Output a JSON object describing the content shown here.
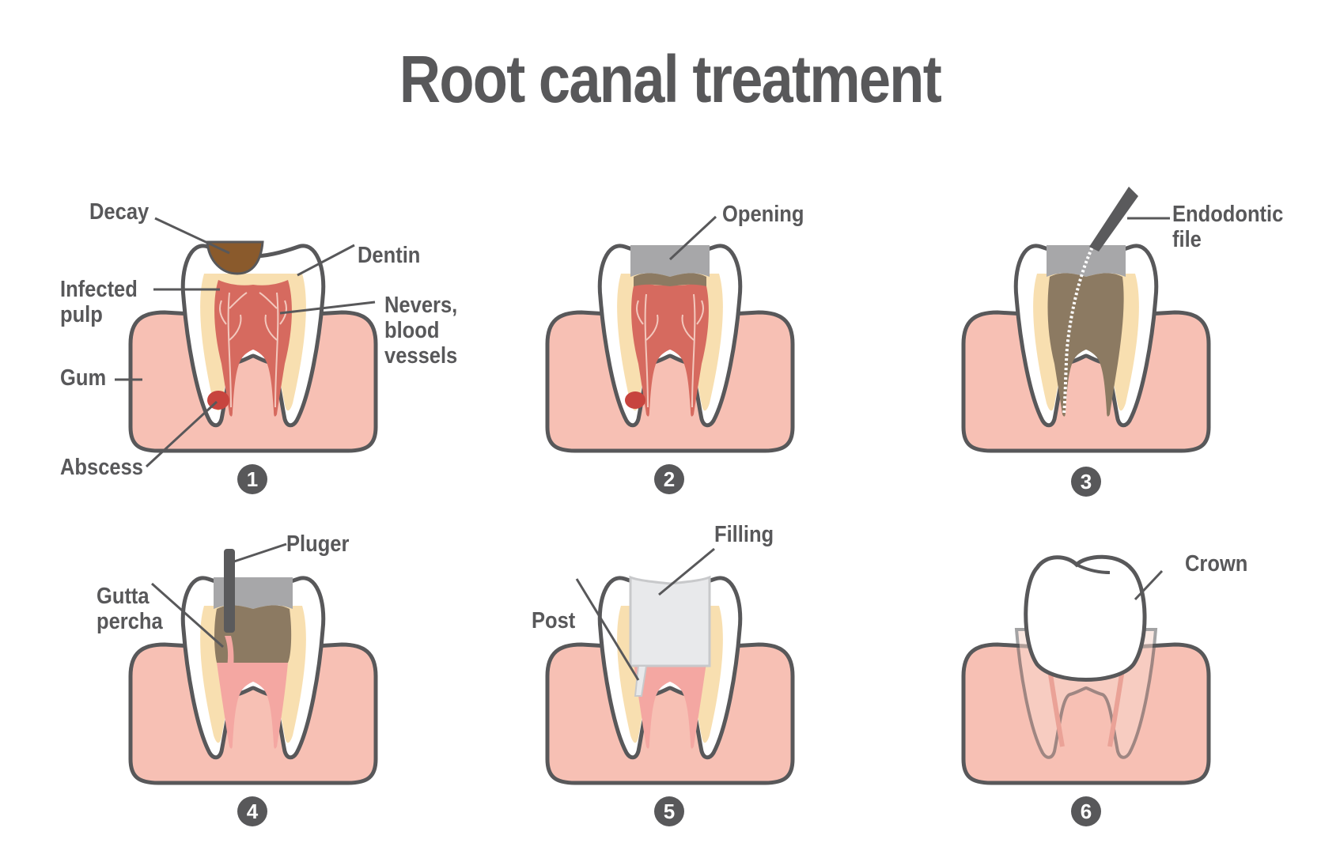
{
  "title": "Root canal treatment",
  "colors": {
    "outline": "#58585a",
    "gum": "#f7c0b4",
    "enamel": "#ffffff",
    "dentin": "#f8dfb0",
    "pulp": "#d66a5f",
    "nerves": "#f3c8bd",
    "abscess": "#c7443e",
    "decay": "#8a5a2c",
    "opening": "#a7a7a9",
    "cleaned_canal": "#8c7a62",
    "filling": "#e8e9eb",
    "gutta_percha": "#f4a7a2",
    "instrument": "#5a5a5c"
  },
  "steps": [
    {
      "number": "1",
      "labels": {
        "decay": "Decay",
        "dentin": "Dentin",
        "pulp": "Infected\npulp",
        "nerves": "Nevers,\nblood\nvessels",
        "gum": "Gum",
        "abscess": "Abscess"
      }
    },
    {
      "number": "2",
      "labels": {
        "opening": "Opening"
      }
    },
    {
      "number": "3",
      "labels": {
        "file": "Endodontic\nfile"
      }
    },
    {
      "number": "4",
      "labels": {
        "pluger": "Pluger",
        "gutta": "Gutta\npercha"
      }
    },
    {
      "number": "5",
      "labels": {
        "filling": "Filling",
        "post": "Post"
      }
    },
    {
      "number": "6",
      "labels": {
        "crown": "Crown"
      }
    }
  ]
}
